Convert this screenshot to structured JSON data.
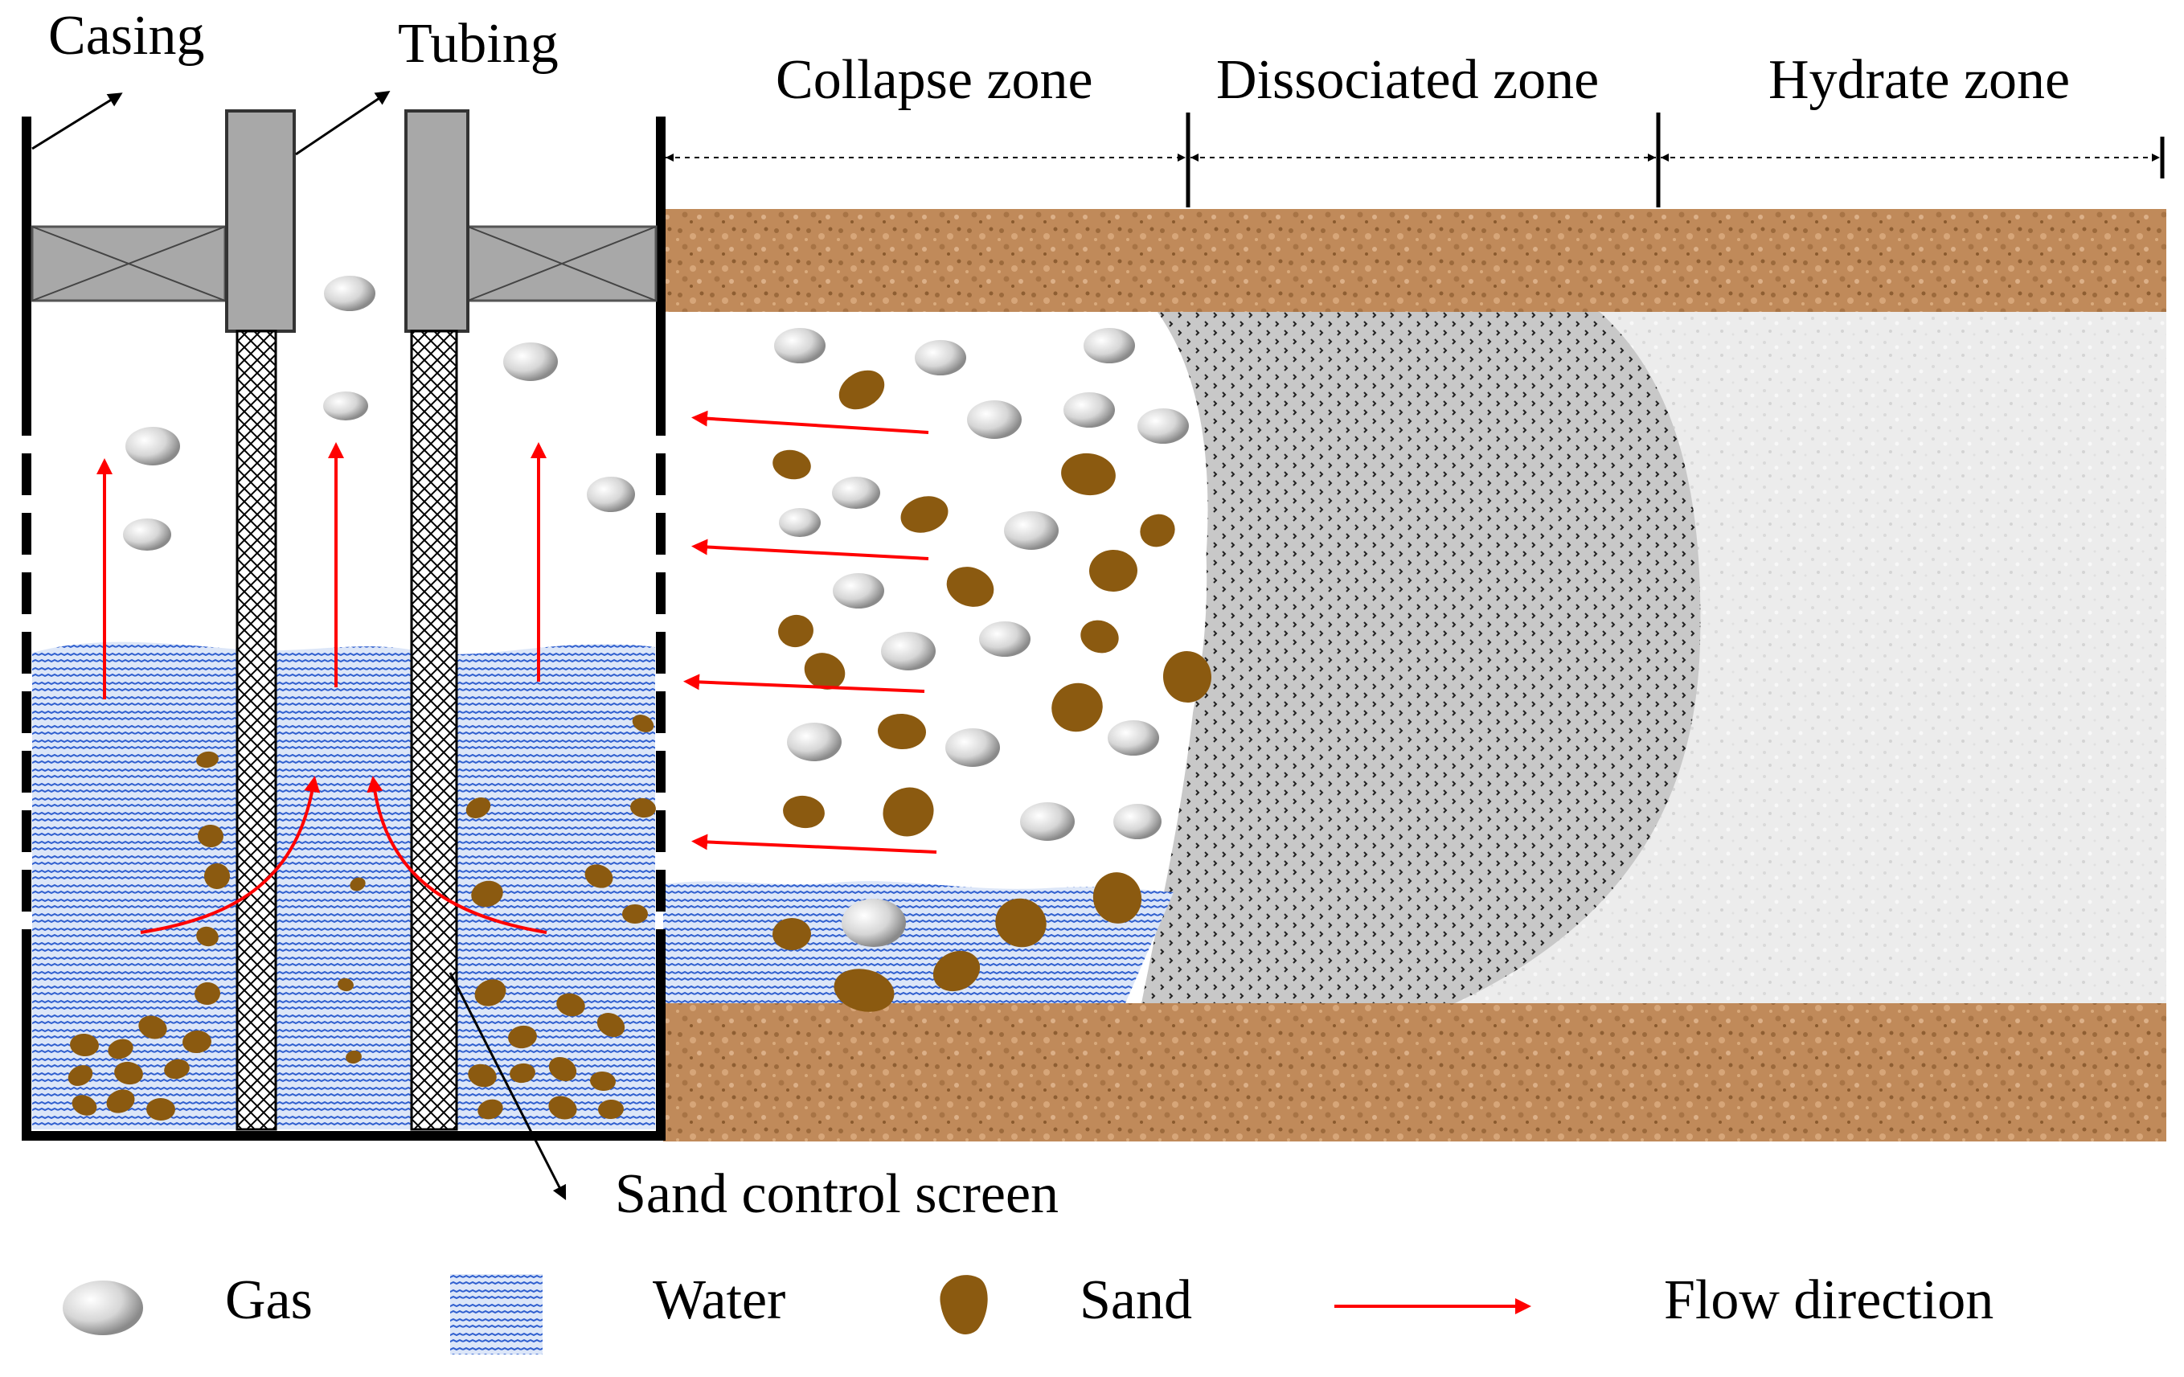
{
  "labels": {
    "casing": "Casing",
    "tubing": "Tubing",
    "sand_control_screen": "Sand control screen",
    "collapse_zone": "Collapse zone",
    "dissociated_zone": "Dissociated zone",
    "hydrate_zone": "Hydrate zone"
  },
  "legend": {
    "gas": "Gas",
    "water": "Water",
    "sand": "Sand",
    "flow_direction": "Flow direction"
  },
  "colors": {
    "flow_arrow": "#ff0000",
    "sand": "#8b5a10",
    "sediment": "#c08a5a",
    "water_pattern": "#2f5fcf",
    "water_bg": "#dce6f8",
    "casing": "#000000",
    "packer": "#a8a8a8",
    "dissociated_bg": "#c8c8c8",
    "hydrate_bg": "#ececec"
  },
  "icons": {
    "gas": "gas-bubble-icon",
    "sand": "sand-grain-icon",
    "water": "water-pattern-icon",
    "flow": "flow-arrow-icon"
  }
}
